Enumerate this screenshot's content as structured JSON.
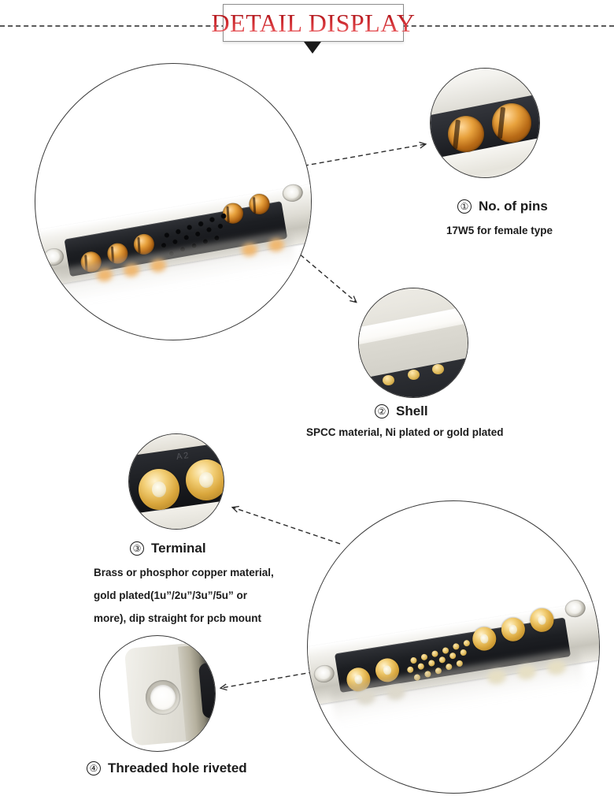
{
  "header": {
    "title": "DETAIL DISPLAY",
    "rule_style": "dashed",
    "title_color": "#c8252a",
    "arrow_icon": "triangle-down-icon"
  },
  "product": {
    "name": "D-SUB 17W5 combo connector",
    "shell_color": "#dedcd4",
    "insulator_color": "#1d1f23",
    "contact_color": "#e8a23d",
    "female_power_contacts": 5,
    "female_signal_pins": 17,
    "male_power_pins": 5,
    "male_signal_pins": 17,
    "terminal_marking": "A2"
  },
  "callouts": [
    {
      "number": "①",
      "title": "No. of pins",
      "desc": [
        "17W5 for female type"
      ],
      "detail_name": "pins-detail-circle"
    },
    {
      "number": "②",
      "title": "Shell",
      "desc": [
        "SPCC material, Ni plated or gold plated"
      ],
      "detail_name": "shell-detail-circle"
    },
    {
      "number": "③",
      "title": "Terminal",
      "desc": [
        "Brass or phosphor copper material,",
        "gold plated(1u”/2u”/3u”/5u” or",
        "more), dip straight for pcb mount"
      ],
      "detail_name": "terminal-detail-circle"
    },
    {
      "number": "④",
      "title": "Threaded hole riveted",
      "desc": [],
      "detail_name": "threaded-hole-detail-circle"
    }
  ]
}
